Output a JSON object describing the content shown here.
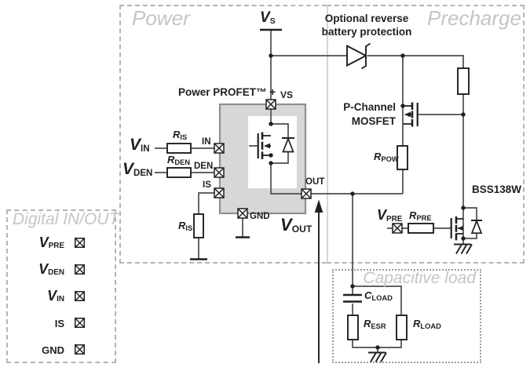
{
  "sections": {
    "power": "Power",
    "precharge": "Precharge",
    "capacitive": "Capacitive load"
  },
  "annotations": {
    "reverse_line1": "Optional reverse",
    "reverse_line2": "battery protection",
    "pchannel_line1": "P-Channel",
    "pchannel_line2": "MOSFET",
    "bss": "BSS138W"
  },
  "chip": {
    "title": "Power PROFET™ +",
    "pin_vs": "VS",
    "pin_in": "IN",
    "pin_den": "DEN",
    "pin_is": "IS",
    "pin_gnd": "GND",
    "pin_out": "OUT"
  },
  "labels": {
    "vs": {
      "base": "V",
      "sub": "S"
    },
    "vin": {
      "base": "V",
      "sub": "IN"
    },
    "vden": {
      "base": "V",
      "sub": "DEN"
    },
    "vout": {
      "base": "V",
      "sub": "OUT"
    },
    "vpre": {
      "base": "V",
      "sub": "PRE"
    },
    "ris_in": {
      "base": "R",
      "sub": "IS"
    },
    "rden": {
      "base": "R",
      "sub": "DEN"
    },
    "ris_sense": {
      "base": "R",
      "sub": "IS"
    },
    "rpow": {
      "base": "R",
      "sub": "POW"
    },
    "rpre": {
      "base": "R",
      "sub": "PRE"
    },
    "cload": {
      "base": "C",
      "sub": "LOAD"
    },
    "resr": {
      "base": "R",
      "sub": "ESR"
    },
    "rload": {
      "base": "R",
      "sub": "LOAD"
    }
  },
  "legend": {
    "title": "Digital IN/OUT",
    "items": [
      {
        "base": "V",
        "sub": "PRE"
      },
      {
        "base": "V",
        "sub": "DEN"
      },
      {
        "base": "V",
        "sub": "IN"
      },
      {
        "base": "IS",
        "sub": ""
      },
      {
        "base": "GND",
        "sub": ""
      }
    ]
  },
  "colors": {
    "wire": "#4d4d4d",
    "component": "#1f1f1f",
    "section_title": "#c5c5c5",
    "dashed_border": "#b5b5b5",
    "chip_fill": "#d7d7d7",
    "chip_border": "#8f8f8f"
  }
}
